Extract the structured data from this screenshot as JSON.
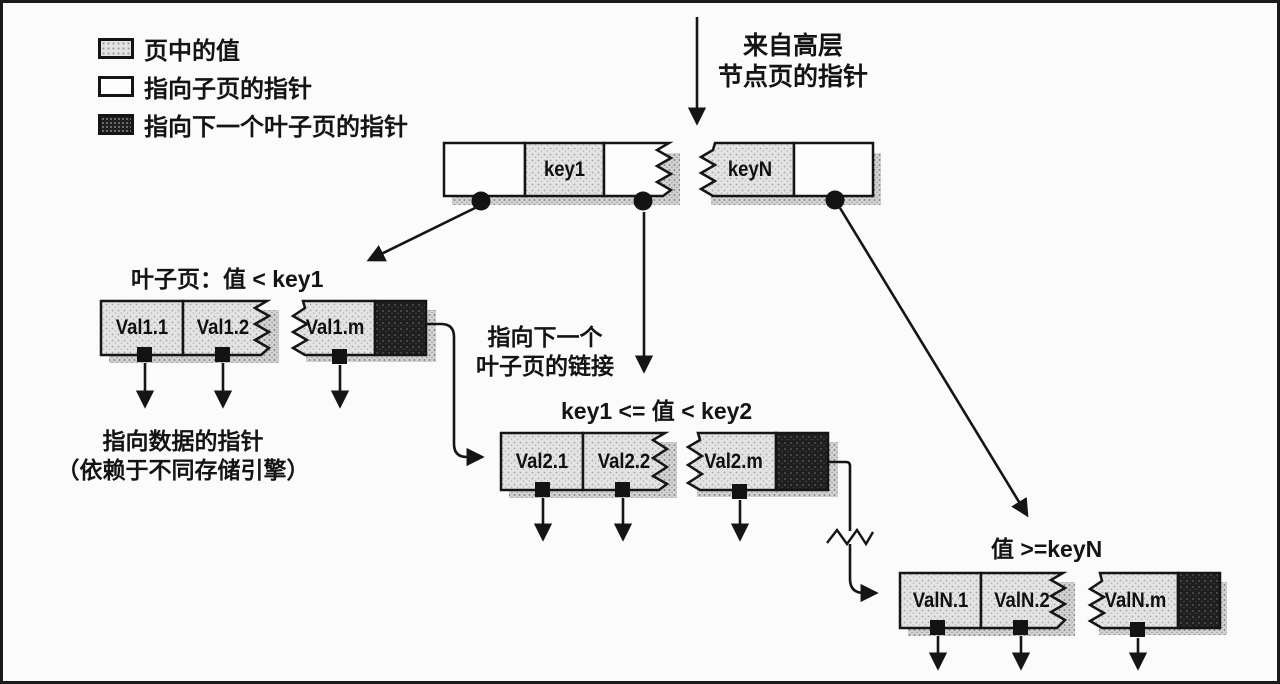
{
  "legend": {
    "items": [
      {
        "label": "页中的值",
        "swatch": "value-cell"
      },
      {
        "label": "指向子页的指针",
        "swatch": "child-page-pointer-cell"
      },
      {
        "label": "指向下一个叶子页的指针",
        "swatch": "next-leaf-pointer-cell"
      }
    ]
  },
  "annotations": {
    "incoming_pointer_line1": "来自高层",
    "incoming_pointer_line2": "节点页的指针",
    "leaf1_condition": "叶子页：值 < key1",
    "leaf2_condition": "key1 <= 值 < key2",
    "leaf3_condition": "值 >=keyN",
    "next_leaf_link_line1": "指向下一个",
    "next_leaf_link_line2": "叶子页的链接",
    "data_pointer_line1": "指向数据的指针",
    "data_pointer_line2": "（依赖于不同存储引擎）"
  },
  "root_node": {
    "keys": [
      "key1",
      "keyN"
    ]
  },
  "leaf_pages": [
    {
      "values": [
        "Val1.1",
        "Val1.2",
        "Val1.m"
      ]
    },
    {
      "values": [
        "Val2.1",
        "Val2.2",
        "Val2.m"
      ]
    },
    {
      "values": [
        "ValN.1",
        "ValN.2",
        "ValN.m"
      ]
    }
  ],
  "colors": {
    "ink": "#151515",
    "value_cell_base": "#e3e3e3",
    "next_leaf_cell": "#1f1f1f",
    "shadow": "#9b9b9b",
    "background": "#fbfbfb"
  }
}
